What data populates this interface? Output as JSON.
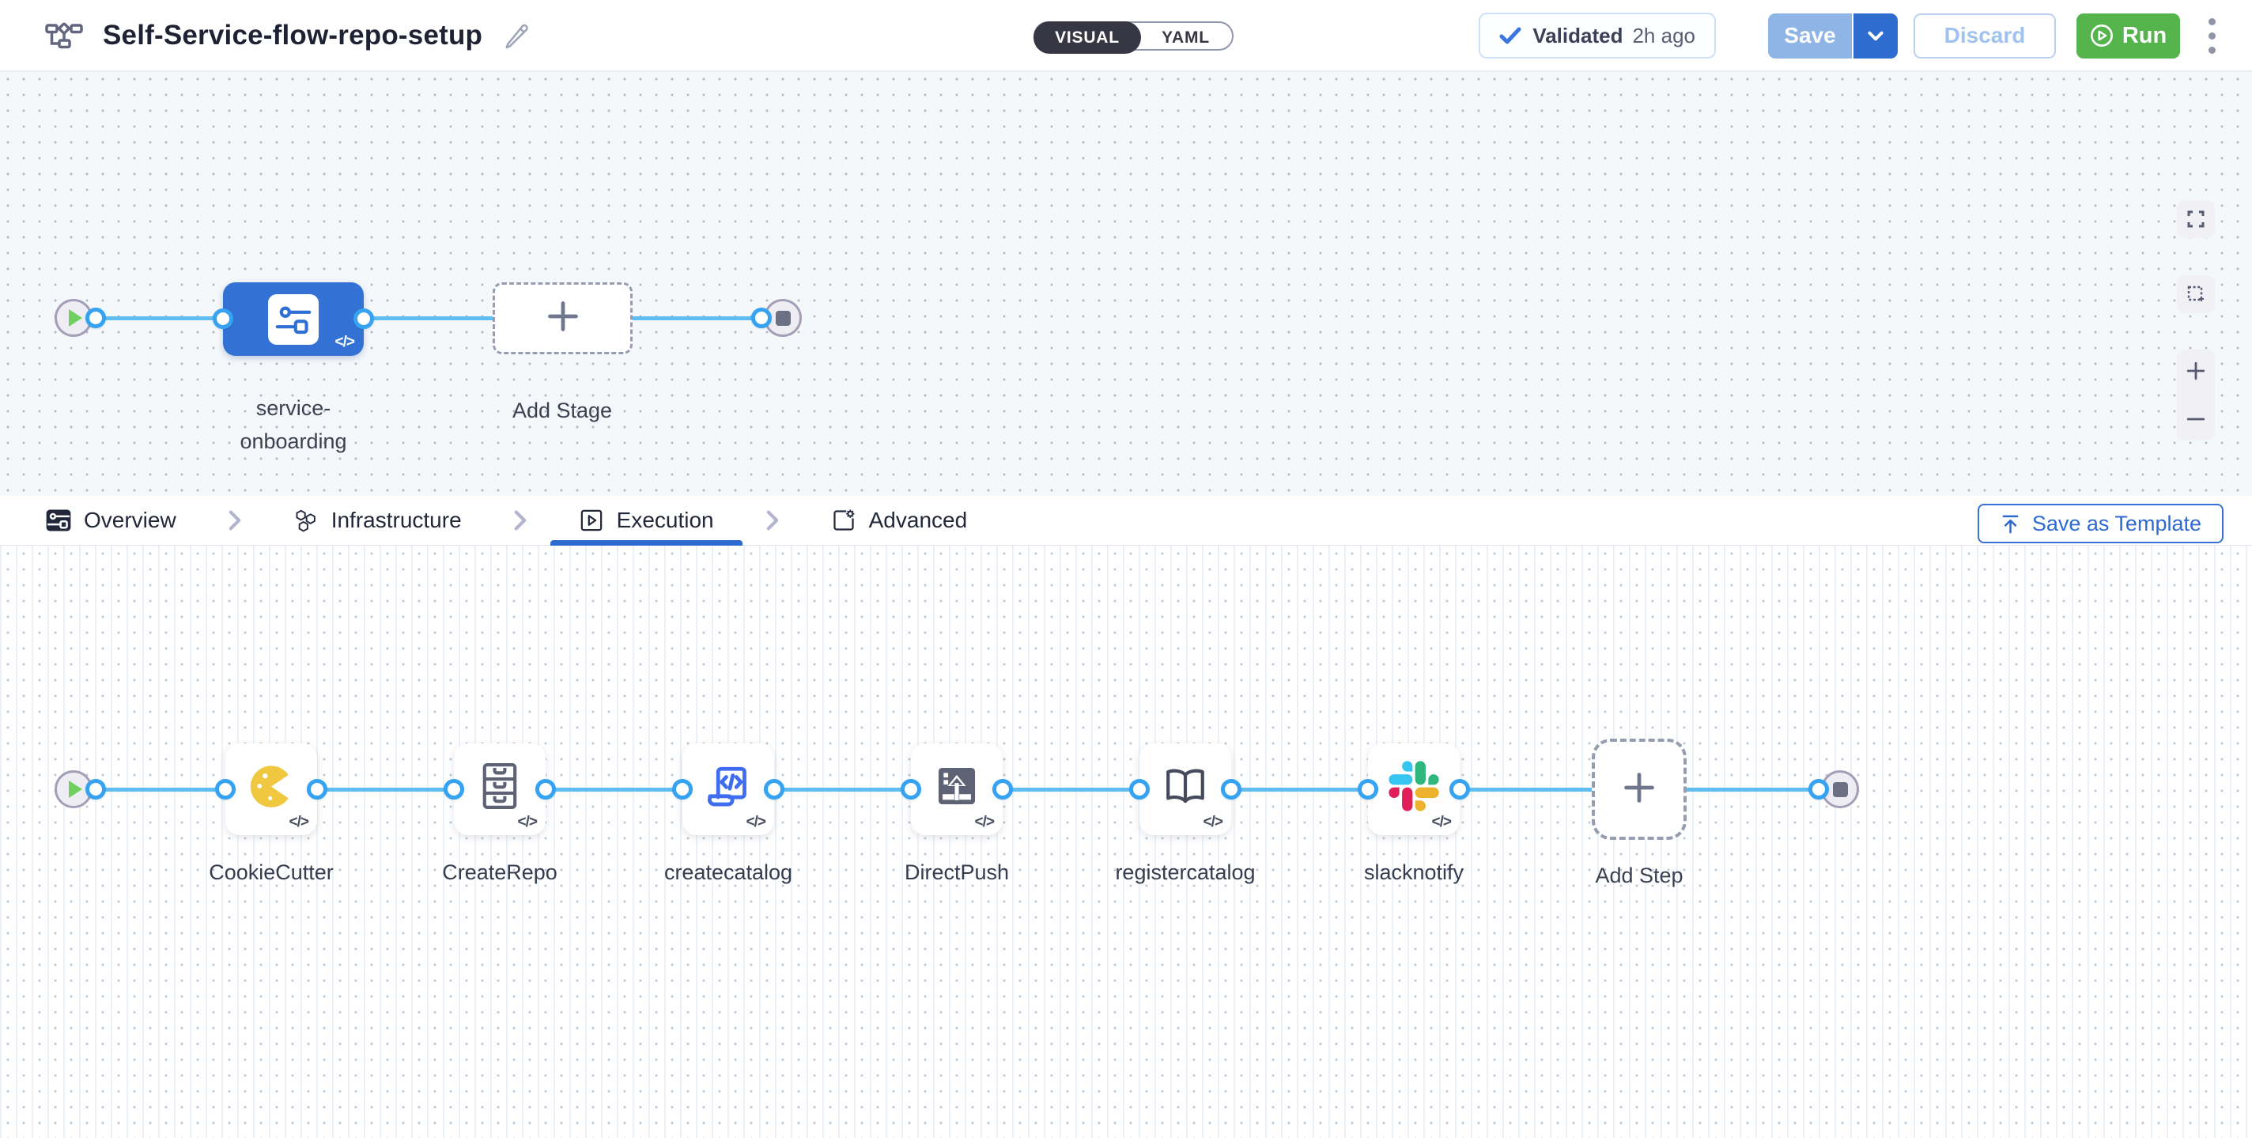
{
  "header": {
    "title": "Self-Service-flow-repo-setup",
    "mode_toggle": {
      "visual": "VISUAL",
      "yaml": "YAML",
      "selected": "VISUAL"
    },
    "validated": {
      "label": "Validated",
      "time": "2h ago"
    },
    "save_label": "Save",
    "discard_label": "Discard",
    "run_label": "Run"
  },
  "stage_pipeline": {
    "stage_name": "service-onboarding",
    "add_stage_label": "Add Stage"
  },
  "tabs": {
    "items": [
      {
        "label": "Overview",
        "icon": "overview-icon"
      },
      {
        "label": "Infrastructure",
        "icon": "infrastructure-icon"
      },
      {
        "label": "Execution",
        "icon": "execution-icon"
      },
      {
        "label": "Advanced",
        "icon": "advanced-icon"
      }
    ],
    "active": "Execution",
    "save_as_template_label": "Save as Template"
  },
  "execution": {
    "steps": [
      {
        "name": "CookieCutter",
        "icon": "cookiecutter-icon"
      },
      {
        "name": "CreateRepo",
        "icon": "createrepo-icon"
      },
      {
        "name": "createcatalog",
        "icon": "createcatalog-icon"
      },
      {
        "name": "DirectPush",
        "icon": "directpush-icon"
      },
      {
        "name": "registercatalog",
        "icon": "registercatalog-icon"
      },
      {
        "name": "slacknotify",
        "icon": "slacknotify-icon"
      }
    ],
    "add_step_label": "Add Step"
  },
  "colors": {
    "accent_blue": "#2E6CCF",
    "stage_blue": "#3372D4",
    "line_blue": "#5FBDF2",
    "port_blue": "#35A3F2",
    "run_green": "#56B44C",
    "cookie_yellow": "#F0C840",
    "slack_red": "#E01E5A",
    "slack_blue": "#36C5F0",
    "slack_green": "#2EB67D",
    "slack_yellow": "#ECB22E",
    "canvas_bg": "#F4F8FB"
  }
}
